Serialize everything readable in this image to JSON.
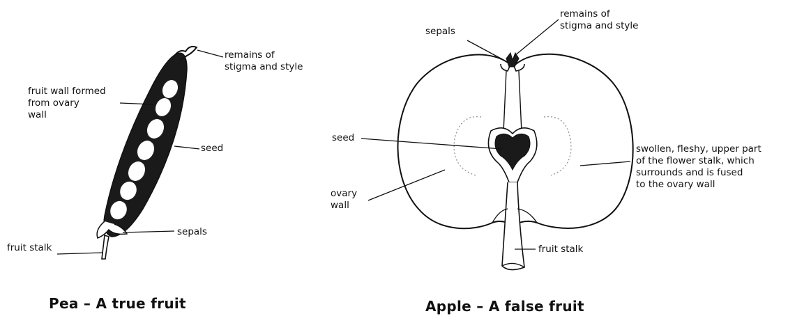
{
  "pea": {
    "caption": "Pea – A true fruit",
    "labels": {
      "stigma_style": [
        "remains of",
        "stigma and style"
      ],
      "fruit_wall": [
        "fruit wall formed",
        "from ovary",
        "wall"
      ],
      "seed": "seed",
      "sepals": "sepals",
      "fruit_stalk": "fruit stalk"
    }
  },
  "apple": {
    "caption": "Apple – A false fruit",
    "labels": {
      "stigma_style": [
        "remains of",
        "stigma and style"
      ],
      "sepals": "sepals",
      "seed": "seed",
      "ovary_wall": [
        "ovary",
        "wall"
      ],
      "flower_stalk": [
        "swollen, fleshy, upper part",
        "of the flower stalk, which",
        "surrounds and is fused",
        "to the ovary wall"
      ],
      "fruit_stalk": "fruit stalk"
    }
  }
}
